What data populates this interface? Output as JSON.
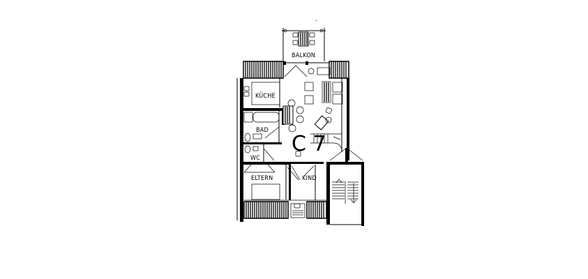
{
  "plan": {
    "type_label": "C 7",
    "rooms": [
      {
        "id": "balkon",
        "label": "BALKON"
      },
      {
        "id": "kueche",
        "label": "KÜCHE"
      },
      {
        "id": "bad",
        "label": "BAD"
      },
      {
        "id": "wc",
        "label": "WC"
      },
      {
        "id": "eltern",
        "label": "ELTERN"
      },
      {
        "id": "kind",
        "label": "KIND"
      }
    ],
    "colors": {
      "ink": "#000000",
      "paper": "#ffffff"
    }
  }
}
